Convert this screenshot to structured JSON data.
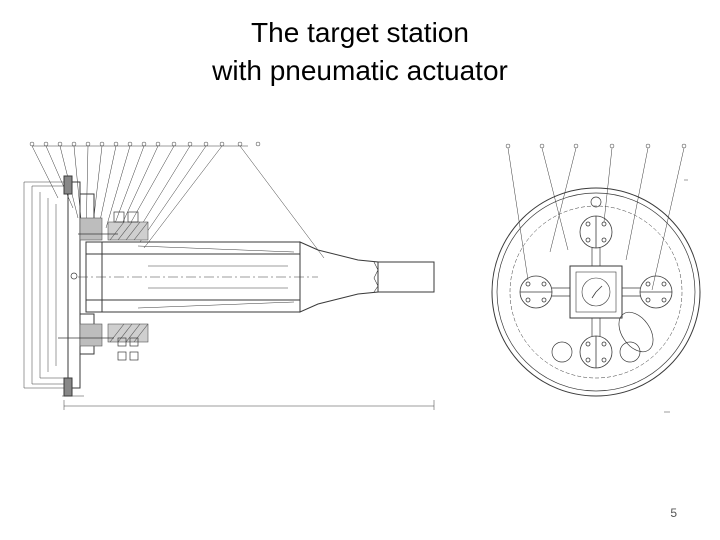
{
  "slide": {
    "title_line_1": "The target station",
    "title_line_2": "with pneumatic actuator",
    "page_number": "5"
  },
  "colors": {
    "line": "#3a3a3a",
    "hatch": "#555555",
    "background": "#ffffff"
  }
}
